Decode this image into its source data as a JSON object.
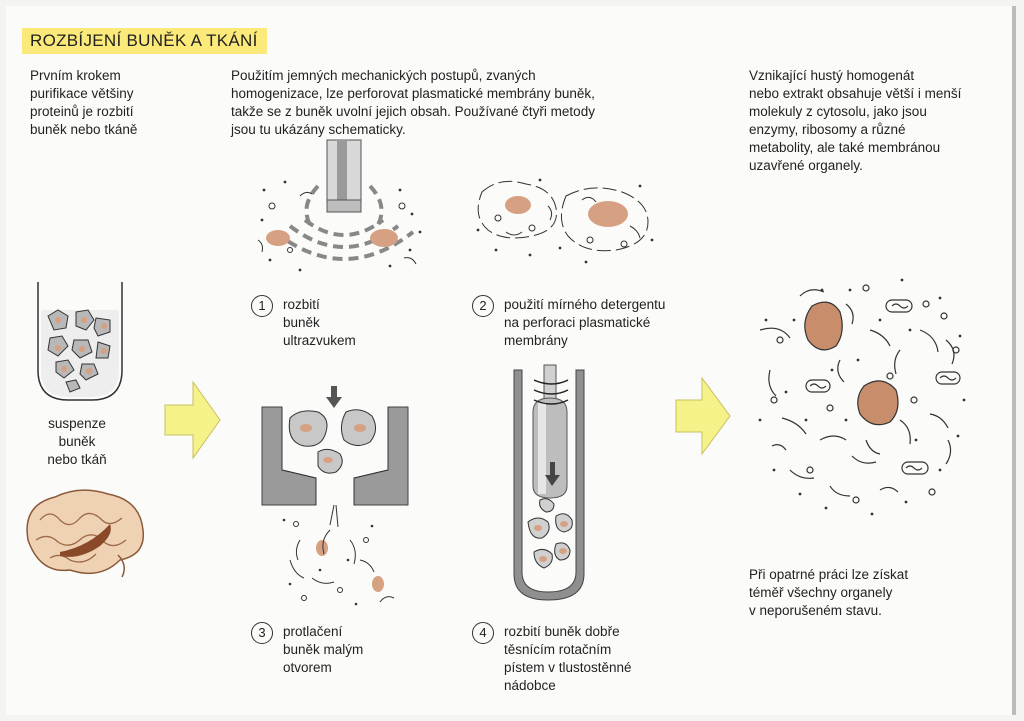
{
  "title": "ROZBÍJENÍ BUNĚK A TKÁNÍ",
  "intro_left": "Prvním krokem\npurifikace většiny\nproteinů je rozbití\nbuněk nebo tkáně",
  "intro_middle": "Použitím jemných mechanických postupů, zvaných\nhomogenizace, lze perforovat plasmatické membrány buněk,\ntakže se z buněk uvolní jejich obsah. Používané čtyři metody\njsou tu ukázány schematicky.",
  "intro_right": "Vznikající hustý homogenát\nnebo extrakt obsahuje větší i menší\nmolekuly z cytosolu, jako jsou\nenzymy, ribosomy a různé\nmetabolity, ale také membránou\nuzavřené organely.",
  "suspension_label": "suspenze\nbuněk\nnebo tkáň",
  "methods": [
    {
      "number": "1",
      "label": "rozbití\nbuněk\nultrazvukem"
    },
    {
      "number": "2",
      "label": "použití mírného detergentu\nna perforaci plasmatické\nmembrány"
    },
    {
      "number": "3",
      "label": "protlačení\nbuněk malým\notvorem"
    },
    {
      "number": "4",
      "label": "rozbití buněk dobře\ntěsnícím rotačním\npístem v tlustostěnné\nnádobce"
    }
  ],
  "conclusion": "Při opatrné práci lze získat\ntéměř všechny organely\nv neporušeném stavu.",
  "colors": {
    "highlight": "#fbe97a",
    "arrow": "#f6f28a",
    "nucleus": "#d6a183",
    "wall": "#9a9a9a"
  }
}
